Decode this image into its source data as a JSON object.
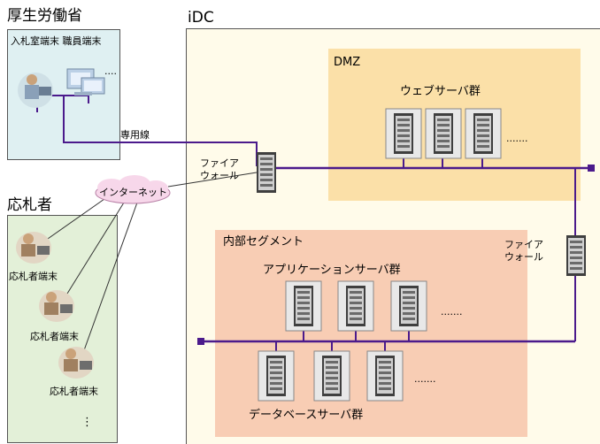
{
  "ministry": {
    "title": "厚生労働省",
    "terminals_label": "入札室端末 職員端末",
    "more": "...."
  },
  "idc": {
    "title": "iDC",
    "dmz": {
      "label": "DMZ",
      "web_servers": "ウェブサーバ群",
      "more": "......."
    },
    "internal": {
      "label": "内部セグメント",
      "app_servers": "アプリケーションサーバ群",
      "app_more": ".......",
      "db_servers": "データベースサーバ群",
      "db_more": "......."
    }
  },
  "dedicated_line": "専用線",
  "internet": "インターネット",
  "firewall1": {
    "line1": "ファイア",
    "line2": "ウォール"
  },
  "firewall2": {
    "line1": "ファイア",
    "line2": "ウォール"
  },
  "applicants": {
    "title": "応札者",
    "terminal1": "応札者端末",
    "terminal2": "応札者端末",
    "terminal3": "応札者端末",
    "more": "⋮"
  },
  "colors": {
    "network_line": "#4b1a8c",
    "idc_bg": "#fffbea",
    "dmz_bg": "#fbe0a8",
    "internal_bg": "#f8cdb4",
    "ministry_bg": "#dff0f2",
    "applicants_bg": "#e3f0d8",
    "cloud": "#f7d7ea"
  }
}
